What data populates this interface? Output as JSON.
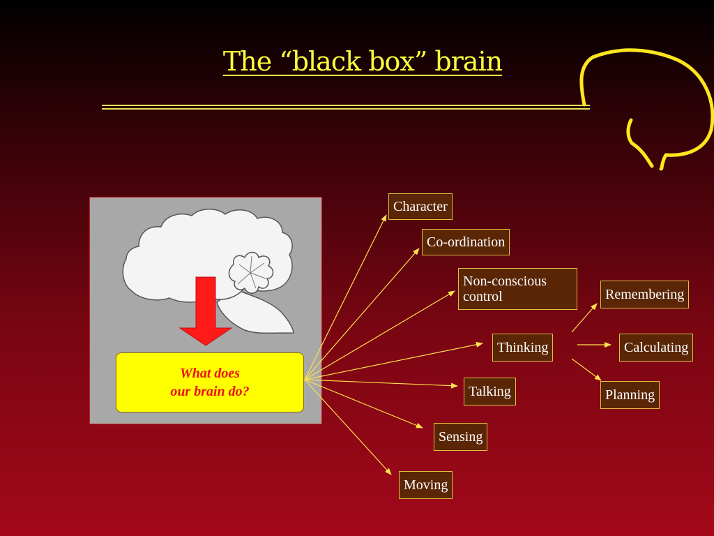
{
  "slide": {
    "title": "The “black box” brain",
    "question": {
      "line1": "What does",
      "line2": "our brain do?"
    },
    "functions": [
      {
        "id": "character",
        "label": "Character"
      },
      {
        "id": "coordination",
        "label": "Co-ordination"
      },
      {
        "id": "nonconscious",
        "label_line1": "Non-conscious",
        "label_line2": "control"
      },
      {
        "id": "thinking",
        "label": "Thinking"
      },
      {
        "id": "talking",
        "label": "Talking"
      },
      {
        "id": "sensing",
        "label": "Sensing"
      },
      {
        "id": "moving",
        "label": "Moving"
      }
    ],
    "thinking_subfunctions": [
      {
        "id": "remembering",
        "label": "Remembering"
      },
      {
        "id": "calculating",
        "label": "Calculating"
      },
      {
        "id": "planning",
        "label": "Planning"
      }
    ]
  },
  "colors": {
    "title": "#ffff3c",
    "node_fill": "#5a2606",
    "node_border": "#e0c040",
    "arrow": "#ffe24a",
    "question_fill": "#ffff00",
    "question_text": "#ee1111",
    "big_arrow": "#ff1a1a",
    "brain_fill": "#f4f4f4",
    "panel": "#a8a8a8"
  },
  "icons": [
    "brain-outline-icon",
    "brain-illustration",
    "down-arrow-icon"
  ]
}
